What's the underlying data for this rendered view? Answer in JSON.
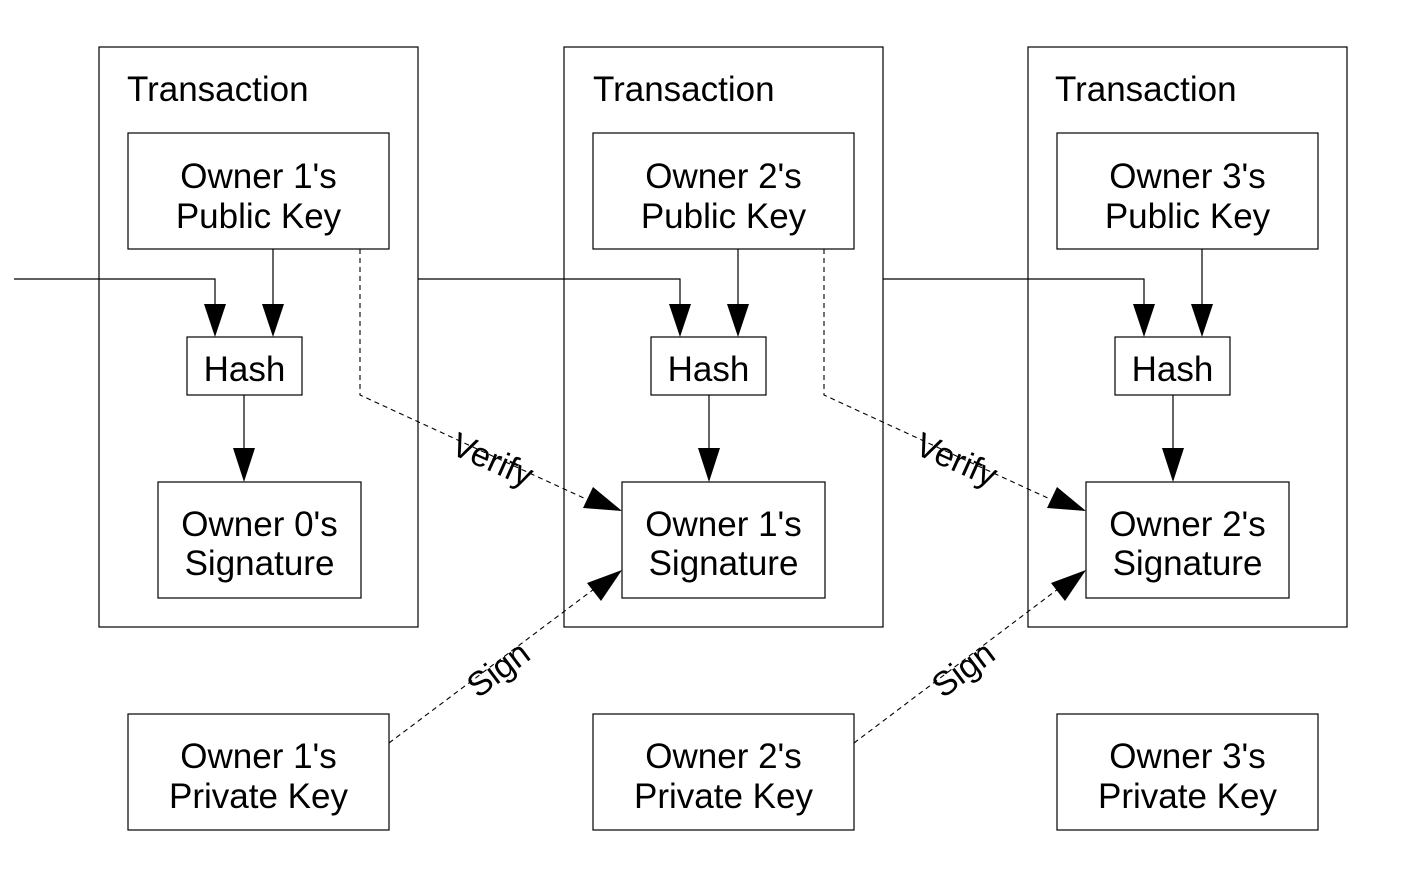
{
  "transactions": [
    {
      "title": "Transaction",
      "public_key": [
        "Owner 1's",
        "Public Key"
      ],
      "hash": "Hash",
      "signature": [
        "Owner 0's",
        "Signature"
      ]
    },
    {
      "title": "Transaction",
      "public_key": [
        "Owner 2's",
        "Public Key"
      ],
      "hash": "Hash",
      "signature": [
        "Owner 1's",
        "Signature"
      ]
    },
    {
      "title": "Transaction",
      "public_key": [
        "Owner 3's",
        "Public Key"
      ],
      "hash": "Hash",
      "signature": [
        "Owner 2's",
        "Signature"
      ]
    }
  ],
  "private_keys": [
    [
      "Owner 1's",
      "Private Key"
    ],
    [
      "Owner 2's",
      "Private Key"
    ],
    [
      "Owner 3's",
      "Private Key"
    ]
  ],
  "edge_labels": {
    "verify": [
      "Verify",
      "Verify"
    ],
    "sign": [
      "Sign",
      "Sign"
    ]
  }
}
